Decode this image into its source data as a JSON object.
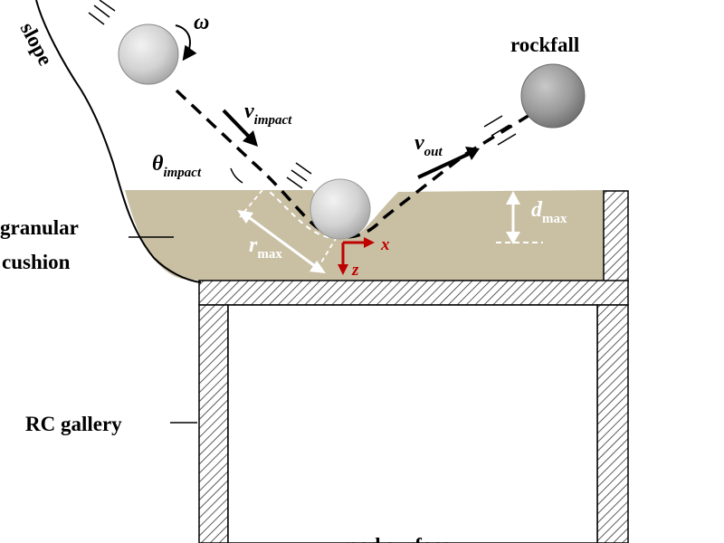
{
  "labels": {
    "slope": "slope",
    "granular": "granular",
    "cushion": "cushion",
    "rc_gallery": "RC gallery",
    "road_surface": "road surface",
    "rockfall": "rockfall",
    "omega": "ω",
    "v_impact": {
      "main": "v",
      "sub": "impact"
    },
    "theta_impact": {
      "main": "θ",
      "sub": "impact"
    },
    "v_out": {
      "main": "v",
      "sub": "out"
    },
    "r_max": {
      "main": "r",
      "sub": "max"
    },
    "d_max": {
      "main": "d",
      "sub": "max"
    },
    "x_axis": "x",
    "z_axis": "z"
  },
  "colors": {
    "cushion": "#c9c0a4",
    "axis_red": "#c00000",
    "rock": "#cfcfcf",
    "rock_dark": "#8f8f8f"
  }
}
